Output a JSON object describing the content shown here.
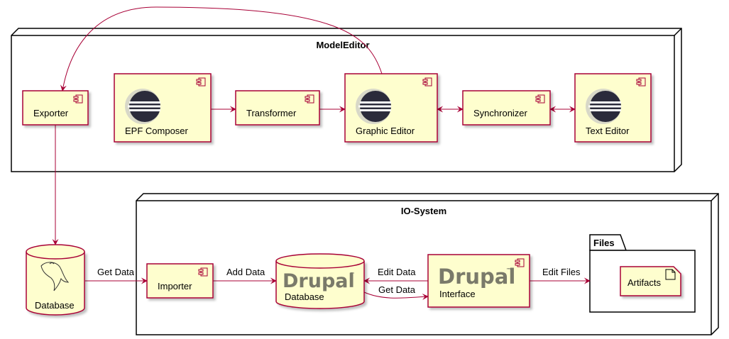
{
  "nodes": {
    "model_editor": "ModelEditor",
    "io_system": "IO-System"
  },
  "components": {
    "exporter": "Exporter",
    "epf_composer": "EPF Composer",
    "transformer": "Transformer",
    "graphic_editor": "Graphic Editor",
    "synchronizer": "Synchronizer",
    "text_editor": "Text Editor",
    "importer": "Importer",
    "interface": "Interface"
  },
  "databases": {
    "mysql": "Database",
    "drupal": "Database"
  },
  "drupal_logo": {
    "word": "Drupal",
    "tm": "™"
  },
  "package": {
    "files": "Files",
    "artifacts": "Artifacts"
  },
  "edges": {
    "get_data_1": "Get Data",
    "add_data": "Add Data",
    "edit_data": "Edit Data",
    "get_data_2": "Get Data",
    "edit_files": "Edit Files"
  },
  "colors": {
    "box_fill": "#FEFECE",
    "border": "#A80036"
  },
  "icons": {
    "component": "component-icon",
    "eclipse": "eclipse-logo-icon",
    "mysql": "mysql-dolphin-icon",
    "artifact": "document-icon"
  }
}
